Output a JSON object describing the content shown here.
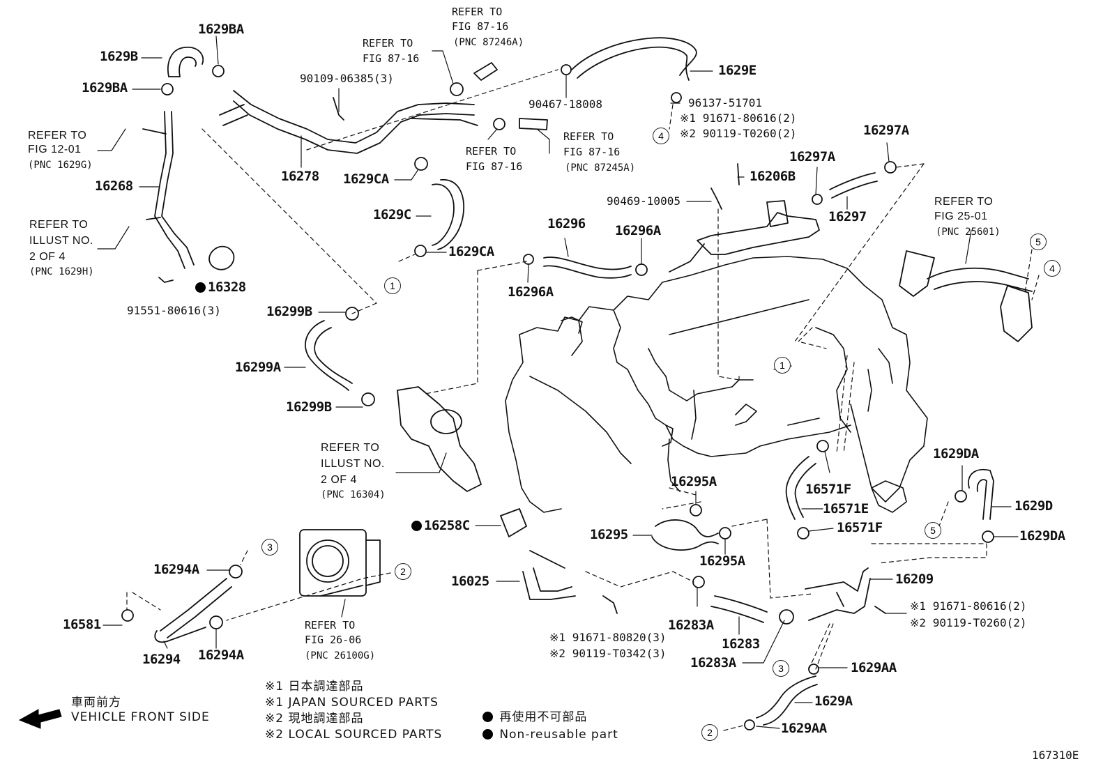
{
  "parts": {
    "p1629B": "1629B",
    "p1629BA_a": "1629BA",
    "p1629BA_b": "1629BA",
    "p90109": "90109-06385(3)",
    "p16278": "16278",
    "p16268": "16268",
    "p16328": "16328",
    "p91551": "91551-80616(3)",
    "p1629CA_a": "1629CA",
    "p1629C": "1629C",
    "p1629CA_b": "1629CA",
    "p90467": "90467-18008",
    "p1629E": "1629E",
    "p96137": "96137-51701",
    "p91671_a": "91671-80616(2)",
    "p90119_a": "90119-T0260(2)",
    "p16206B": "16206B",
    "p90469": "90469-10005",
    "p16297A_a": "16297A",
    "p16297A_b": "16297A",
    "p16297": "16297",
    "p16296": "16296",
    "p16296A_a": "16296A",
    "p16296A_b": "16296A",
    "p16299B_a": "16299B",
    "p16299A": "16299A",
    "p16299B_b": "16299B",
    "p16258C": "16258C",
    "p16025": "16025",
    "p91671_c": "91671-80820(3)",
    "p90119_c": "90119-T0342(3)",
    "p16295A_a": "16295A",
    "p16295": "16295",
    "p16295A_b": "16295A",
    "p16283A_a": "16283A",
    "p16283": "16283",
    "p16283A_b": "16283A",
    "p16571F_a": "16571F",
    "p16571E": "16571E",
    "p16571F_b": "16571F",
    "p1629DA_a": "1629DA",
    "p1629D": "1629D",
    "p1629DA_b": "1629DA",
    "p16209": "16209",
    "p91671_b": "91671-80616(2)",
    "p90119_b": "90119-T0260(2)",
    "p1629AA_a": "1629AA",
    "p1629A": "1629A",
    "p1629AA_b": "1629AA",
    "p16294A_a": "16294A",
    "p16581": "16581",
    "p16294": "16294",
    "p16294A_b": "16294A"
  },
  "refs": {
    "refer_to": "REFER TO",
    "fig_87_16": "FIG 87-16",
    "pnc_87246A": "(PNC 87246A)",
    "pnc_87245A": "(PNC 87245A)",
    "fig_12_01": "FIG 12-01",
    "pnc_1629G": "(PNC 1629G)",
    "illust_no": "ILLUST NO.",
    "two_of_four": "2 OF 4",
    "pnc_1629H": "(PNC 1629H)",
    "pnc_16304": "(PNC 16304)",
    "fig_25_01": "FIG 25-01",
    "pnc_25601": "(PNC 25601)",
    "fig_26_06": "FIG 26-06",
    "pnc_26100G": "(PNC 26100G)"
  },
  "marks": {
    "note1": "※1",
    "note2": "※2"
  },
  "callouts": {
    "c1": "1",
    "c2": "2",
    "c3": "3",
    "c4": "4",
    "c5": "5"
  },
  "legend": {
    "note1_jp": "※1 日本調達部品",
    "note1_en": "※1 JAPAN SOURCED PARTS",
    "note2_jp": "※2 現地調達部品",
    "note2_en": "※2 LOCAL SOURCED PARTS",
    "nonreusable_jp": "再使用不可部品",
    "nonreusable_en": "Non-reusable part",
    "front_jp": "車両前方",
    "front_en": "VEHICLE FRONT SIDE"
  },
  "diagram_id": "167310E"
}
